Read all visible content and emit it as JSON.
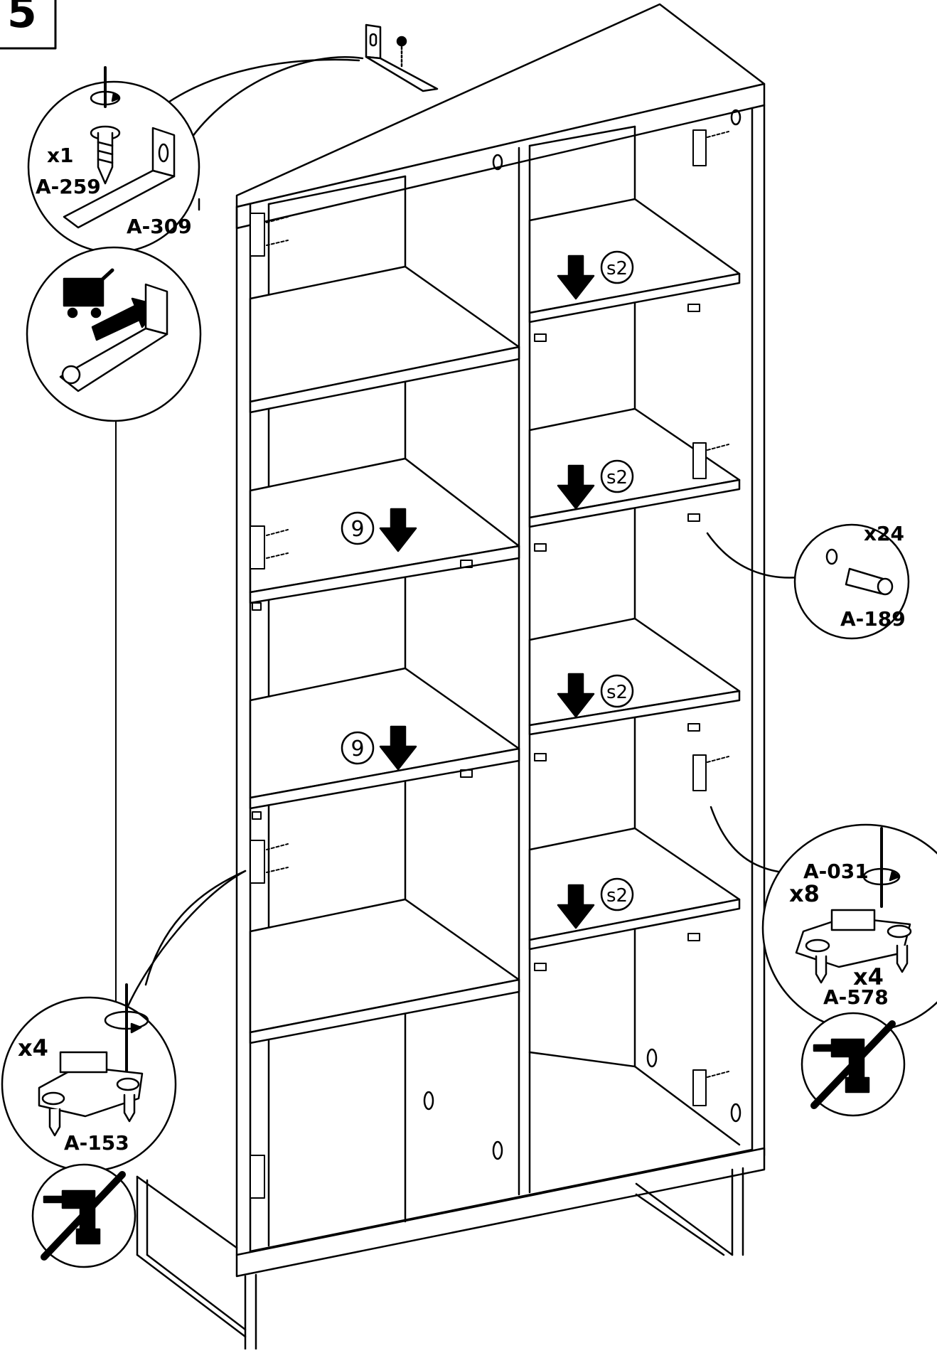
{
  "step": {
    "number": "5"
  },
  "callouts": {
    "top_bracket": {
      "screw_qty": "x1",
      "screw_code": "A-259",
      "bracket_code": "A-309"
    },
    "pins": {
      "qty": "x24",
      "code": "A-189"
    },
    "hinge_right": {
      "screw_qty": "x8",
      "screw_code": "A-031",
      "hinge_qty": "x4",
      "hinge_code": "A-578"
    },
    "hinge_left": {
      "hinge_qty": "x4",
      "hinge_code": "A-153"
    }
  },
  "shelf_markers": {
    "left_1": "9",
    "left_2": "9",
    "right_1": "s2",
    "right_2": "s2",
    "right_3": "s2",
    "right_4": "s2"
  },
  "icons": [
    "screwdriver-icon",
    "tip-over-cart-icon",
    "no-power-drill-icon",
    "down-arrow-icon"
  ],
  "colors": {
    "line": "#000000",
    "background": "#ffffff"
  }
}
